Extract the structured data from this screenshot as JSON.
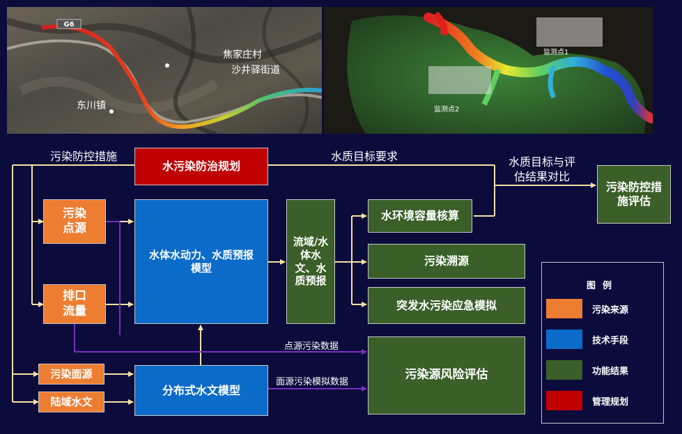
{
  "photos": {
    "left": {
      "labels": [
        "G6",
        "焦家庄村",
        "沙井驿街道",
        "东川镇"
      ]
    },
    "right": {
      "labels": [
        "监测点1",
        "监测点2"
      ]
    }
  },
  "boxes": {
    "plan": "水污染防治规划",
    "point_source": "污染\n点源",
    "outfall": "排口\n流量",
    "nonpoint": "污染面源",
    "land_water": "陆域水文",
    "hydro_model": "水体水动力、水质预报\n模型",
    "dist_model": "分布式水文模型",
    "forecast": "流域/水\n体水\n文、水\n质预报",
    "capacity": "水环境容量核算",
    "trace": "污染溯源",
    "emergency": "突发水污染应急模拟",
    "risk": "污染源风险评估",
    "eval": "污染防控措\n施评估"
  },
  "labels": {
    "measures": "污染防控措施",
    "wq_target": "水质目标要求",
    "compare": "水质目标与评\n估结果对比",
    "point_data": "点源污染数据",
    "nonpoint_data": "面源污染模拟数据"
  },
  "legend": {
    "title": "图例",
    "items": [
      {
        "label": "污染来源",
        "color": "#ed7d31"
      },
      {
        "label": "技术手段",
        "color": "#0b6bc8"
      },
      {
        "label": "功能结果",
        "color": "#3a5f28"
      },
      {
        "label": "管理规划",
        "color": "#c00000"
      }
    ]
  },
  "colors": {
    "connector": "#f7e1a3",
    "data_flow": "#7b2fbe",
    "background": "#0b0b3c"
  }
}
